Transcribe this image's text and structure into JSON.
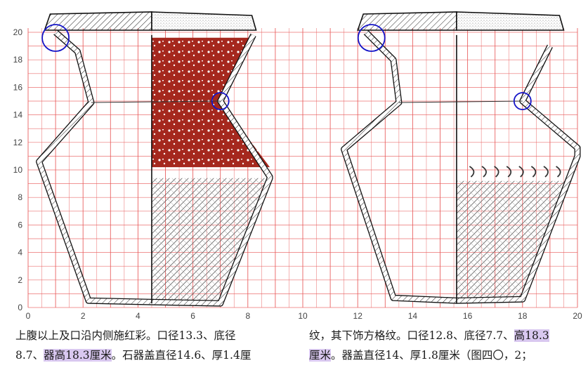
{
  "chart_data": {
    "type": "diagram",
    "x_axis": {
      "range": [
        0,
        20
      ],
      "ticks": [
        "0",
        "2",
        "4",
        "6",
        "8",
        "10",
        "12",
        "14",
        "16",
        "18",
        "20"
      ]
    },
    "y_axis": {
      "range": [
        0,
        20
      ],
      "ticks": [
        "0",
        "2",
        "4",
        "6",
        "8",
        "10",
        "12",
        "14",
        "16",
        "18",
        "20"
      ]
    },
    "grid": true,
    "grid_color": "#e85a5a",
    "vessels": [
      {
        "outline": [
          [
            1,
            20
          ],
          [
            1.8,
            18.6
          ],
          [
            2.3,
            14.9
          ],
          [
            0.4,
            10.6
          ],
          [
            2.2,
            0.5
          ],
          [
            4.5,
            0.4
          ],
          [
            7.0,
            0.3
          ],
          [
            8.8,
            9.4
          ],
          [
            8.8,
            9.5
          ],
          [
            7.0,
            15.0
          ],
          [
            8.2,
            19.8
          ]
        ],
        "marked_points": [
          [
            1,
            20
          ],
          [
            7,
            15
          ]
        ],
        "highlight_color": "#a5281e"
      },
      {
        "outline": [
          [
            12.3,
            20
          ],
          [
            13.3,
            18.0
          ],
          [
            13.5,
            14.9
          ],
          [
            11.5,
            11.5
          ],
          [
            13.3,
            0.7
          ],
          [
            15.6,
            0.5
          ],
          [
            18.0,
            0.6
          ],
          [
            20.0,
            11.0
          ],
          [
            20.0,
            11.6
          ],
          [
            18.0,
            15.0
          ],
          [
            19.0,
            19.0
          ]
        ],
        "marked_points": [
          [
            12.5,
            20
          ],
          [
            18,
            15
          ]
        ],
        "highlight_color": "#7a7a7a"
      }
    ]
  },
  "caption": {
    "left_line1": "上腹以上及口沿内侧施红彩。口径13.3、底径",
    "left_line2_a": "8.7、",
    "left_line2_hl": "器高18.3厘米",
    "left_line2_b": "。石器盖直径14.6、厚1.4厘",
    "right_line1_a": "纹，其下饰方格纹。口径12.8、底径7.7、",
    "right_line1_hl": "高18.3",
    "right_line2_hl": "厘米",
    "right_line2_b": "。器盖直径14、厚1.8厘米（图四〇，2；"
  }
}
